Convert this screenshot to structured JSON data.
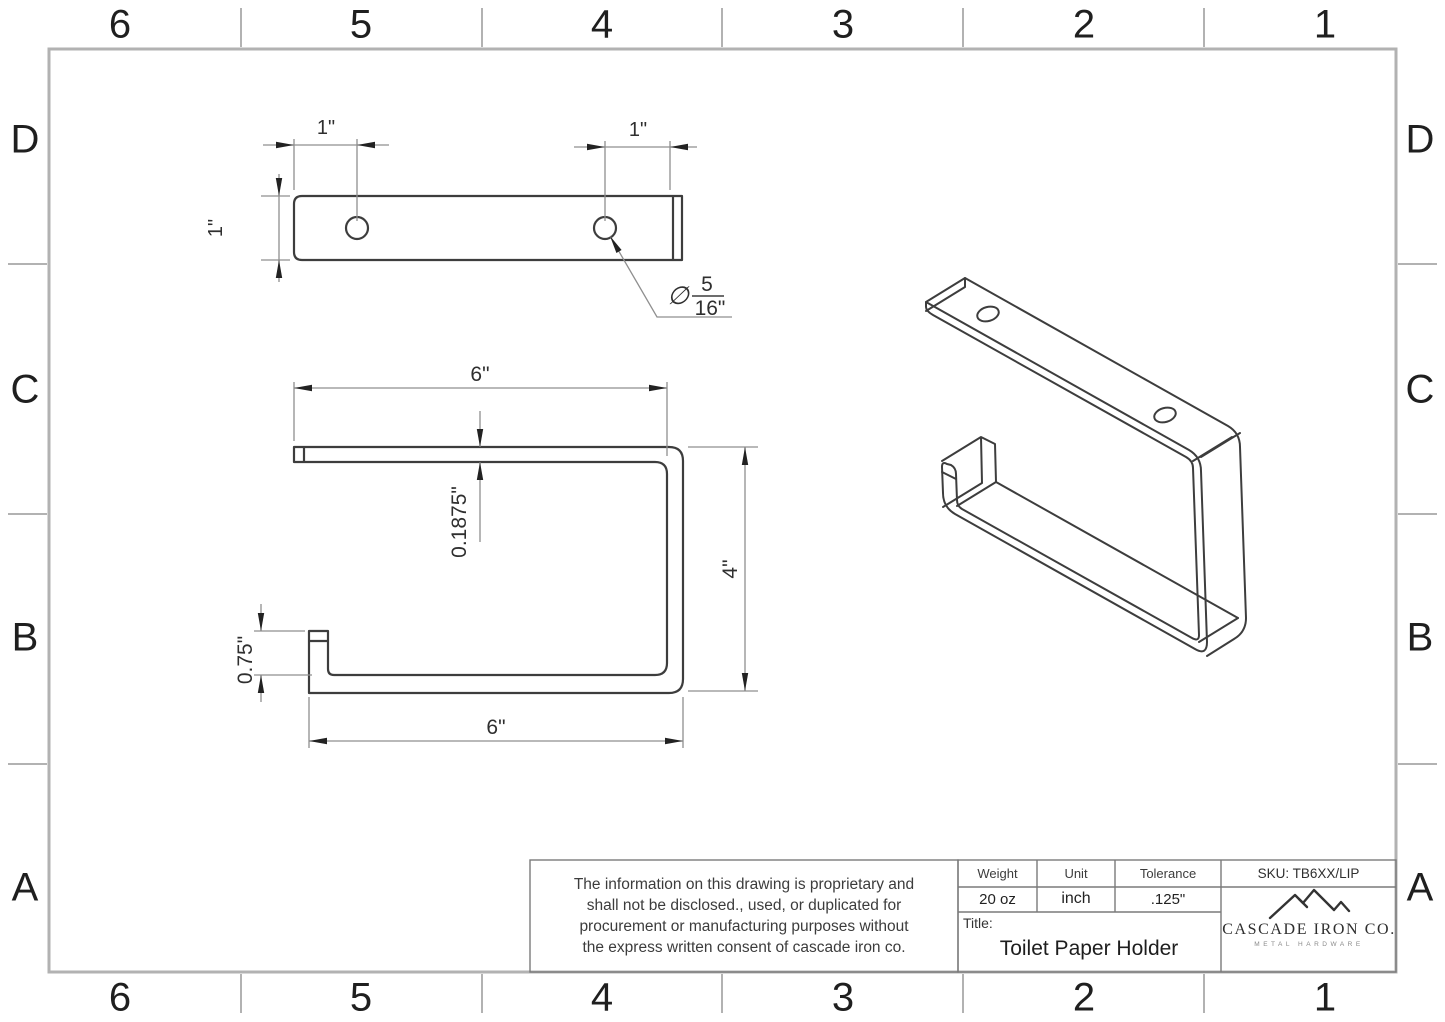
{
  "sheet": {
    "grid_cols": [
      "6",
      "5",
      "4",
      "3",
      "2",
      "1"
    ],
    "grid_rows": [
      "D",
      "C",
      "B",
      "A"
    ]
  },
  "top_view": {
    "dim_hole_left": "1\"",
    "dim_hole_right": "1\"",
    "dim_width": "1\"",
    "hole_callout_symbol": "∅",
    "hole_callout_numerator": "5",
    "hole_callout_denominator": "16\""
  },
  "front_view": {
    "dim_top": "6\"",
    "dim_height": "4\"",
    "dim_thickness": "0.1875\"",
    "dim_lip": "0.75\"",
    "dim_bottom": "6\""
  },
  "title_block": {
    "proprietary_line1": "The information on this drawing is proprietary and",
    "proprietary_line2": "shall not be disclosed., used, or duplicated for",
    "proprietary_line3": "procurement or manufacturing purposes without",
    "proprietary_line4": "the express written consent of cascade iron co.",
    "weight_label": "Weight",
    "weight_value": "20 oz",
    "unit_label": "Unit",
    "unit_value": "inch",
    "tolerance_label": "Tolerance",
    "tolerance_value": ".125\"",
    "sku": "SKU: TB6XX/LIP",
    "title_label": "Title:",
    "title_value": "Toilet Paper Holder",
    "brand_name": "CASCADE IRON CO.",
    "brand_tagline": "METAL HARDWARE"
  },
  "colors": {
    "part_line": "#3d3d3d",
    "dim_line": "#8f8f8f",
    "frame": "#b2b2b2",
    "text": "#2f2f2f"
  }
}
